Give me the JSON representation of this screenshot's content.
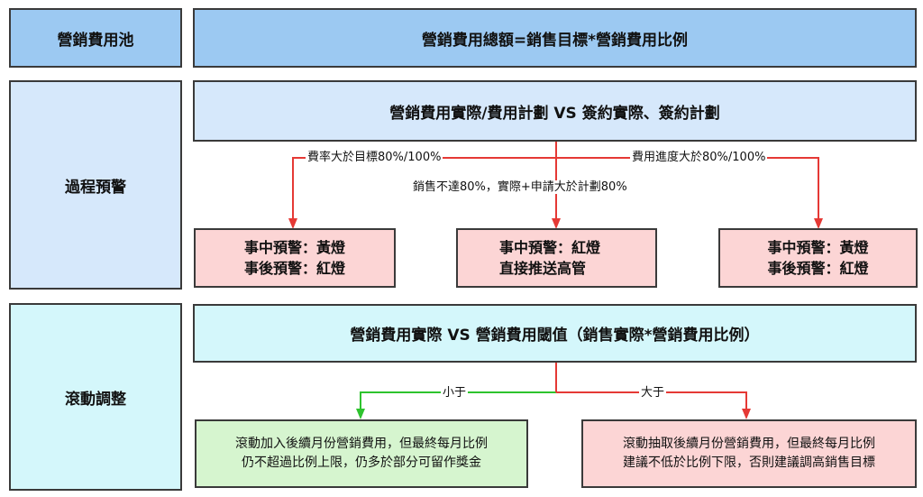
{
  "sections": {
    "pool": {
      "label": "營銷費用池",
      "formula": "營銷費用總額=銷售目標*營銷費用比例"
    },
    "process": {
      "label": "過程預警",
      "title": "營銷費用實際/費用計劃 VS 簽約實際、簽約計劃",
      "conditions": {
        "left": "費率大於目標80%/100%",
        "right": "費用進度大於80%/100%",
        "middle": "銷售不達80%，實際+申請大於計劃80%"
      },
      "alerts": {
        "left": {
          "line1": "事中預警：黃燈",
          "line2": "事後預警：紅燈"
        },
        "middle": {
          "line1": "事中預警：紅燈",
          "line2": "直接推送高管"
        },
        "right": {
          "line1": "事中預警：黃燈",
          "line2": "事後預警：紅燈"
        }
      }
    },
    "rolling": {
      "label": "滾動調整",
      "title": "營銷費用實際 VS 營銷費用閾值（銷售實際*營銷費用比例）",
      "branch_less": "小于",
      "branch_more": "大于",
      "outcome_less": {
        "line1": "滾動加入後續月份營銷費用，但最終每月比例",
        "line2": "仍不超過比例上限，仍多於部分可留作獎金"
      },
      "outcome_more": {
        "line1": "滾動抽取後續月份營銷費用，但最終每月比例",
        "line2": "建議不低於比例下限，否則建議調高銷售目標"
      }
    }
  },
  "colors": {
    "arrow_red": "#e53935",
    "arrow_green": "#2ec32e",
    "box_pool": "#9cc9f2",
    "box_process": "#d6e8fb",
    "box_rolling": "#d4f7fb",
    "box_alert": "#fcd5d5",
    "box_green": "#d6f5cf"
  }
}
